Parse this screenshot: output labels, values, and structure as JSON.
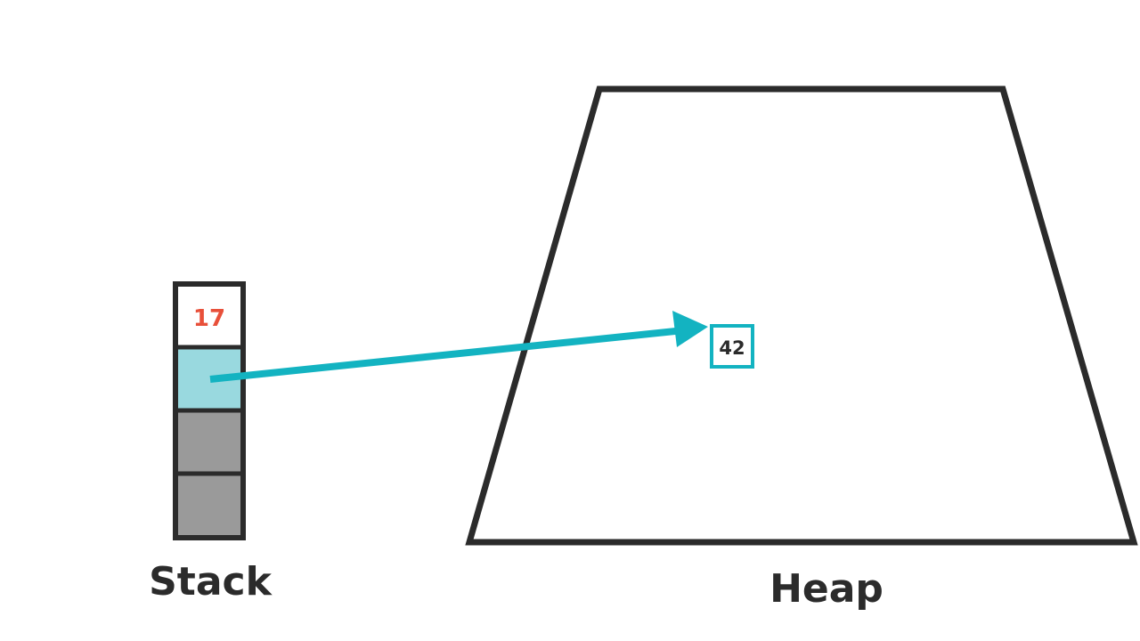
{
  "stack": {
    "label": "Stack",
    "cells": [
      {
        "value": "17",
        "kind": "value"
      },
      {
        "value": "",
        "kind": "reference"
      },
      {
        "value": "",
        "kind": "unused"
      },
      {
        "value": "",
        "kind": "unused"
      }
    ]
  },
  "heap": {
    "label": "Heap",
    "object": {
      "value": "42"
    }
  },
  "colors": {
    "outline": "#2b2b2b",
    "value_text": "#e8503a",
    "reference_fill": "#99d9df",
    "unused_fill": "#9a9a9a",
    "arrow": "#13b3c1",
    "heap_object_border": "#13b3c1",
    "heap_object_text": "#2b2b2b"
  }
}
